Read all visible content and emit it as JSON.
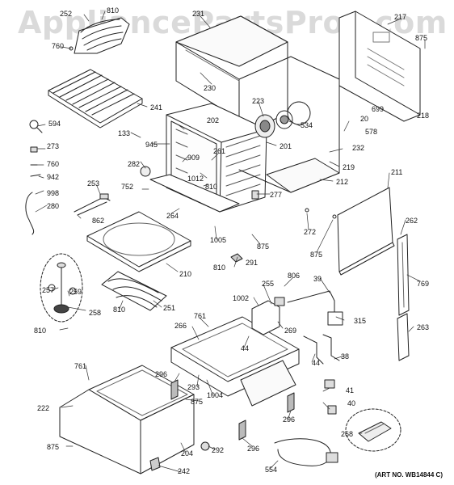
{
  "watermark": "AppliancePartsPros.com",
  "art_number": "(ART NO. WB14844 C)",
  "callouts": {
    "c252": "252",
    "c810a": "810",
    "c760a": "760",
    "c231": "231",
    "c217": "217",
    "c875a": "875",
    "c230": "230",
    "c241": "241",
    "c223": "223",
    "c699": "699",
    "c20": "20",
    "c218": "218",
    "c594": "594",
    "c133": "133",
    "c202": "202",
    "c534": "534",
    "c578": "578",
    "c945": "945",
    "c201": "201",
    "c232": "232",
    "c273": "273",
    "c760b": "760",
    "c261": "261",
    "c909": "909",
    "c942": "942",
    "c282": "282",
    "c1012": "1012",
    "c219": "219",
    "c998": "998",
    "c752": "752",
    "c810b": "810",
    "c212": "212",
    "c211": "211",
    "c253": "253",
    "c280": "280",
    "c277": "277",
    "c862": "862",
    "c264": "264",
    "c262": "262",
    "c272": "272",
    "c1005": "1005",
    "c875b": "875",
    "c875c": "875",
    "c810c": "810",
    "c291": "291",
    "c210": "210",
    "c769": "769",
    "c806": "806",
    "c39": "39",
    "c255": "255",
    "c257": "257",
    "c259": "259",
    "c1002": "1002",
    "c810d": "810",
    "c251": "251",
    "c258": "258",
    "c761a": "761",
    "c315": "315",
    "c810e": "810",
    "c266": "266",
    "c269": "269",
    "c263": "263",
    "c44a": "44",
    "c44b": "44",
    "c38": "38",
    "c761b": "761",
    "c296a": "296",
    "c293": "293",
    "c1004": "1004",
    "c41": "41",
    "c875d": "875",
    "c40": "40",
    "c222": "222",
    "c296b": "296",
    "c268": "268",
    "c875e": "875",
    "c204": "204",
    "c292": "292",
    "c296c": "296",
    "c242": "242",
    "c554": "554"
  }
}
